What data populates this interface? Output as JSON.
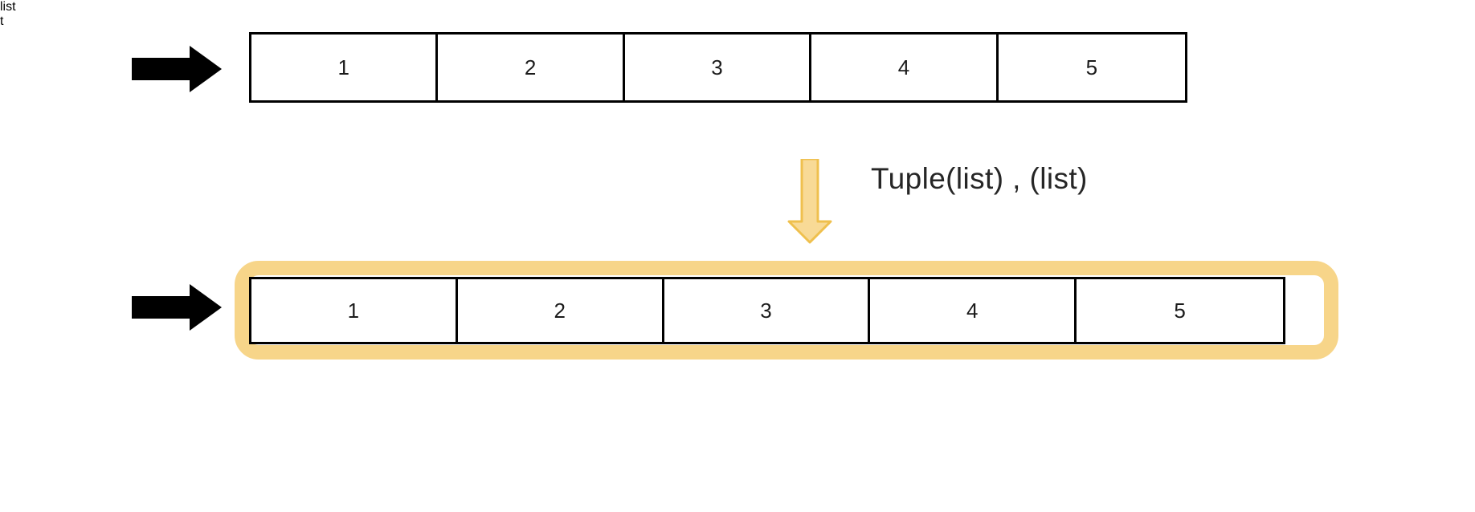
{
  "diagram": {
    "title_text": "",
    "colors": {
      "background": "#ffffff",
      "stroke": "#000000",
      "highlight": "#F7D589",
      "arrow_fill": "#F8DA96",
      "arrow_stroke": "#EFC04E",
      "text": "#1b1b1b"
    },
    "rows": [
      {
        "name": "list-row",
        "label": "list",
        "arrow_icon": "black-right-arrow-icon",
        "highlighted": false,
        "cells": [
          "1",
          "2",
          "3",
          "4",
          "5"
        ]
      },
      {
        "name": "tuple-row",
        "label": "t",
        "arrow_icon": "black-right-arrow-icon",
        "highlighted": true,
        "cells": [
          "1",
          "2",
          "3",
          "4",
          "5"
        ]
      }
    ],
    "conversion": {
      "arrow_icon": "orange-down-arrow-icon",
      "label": "Tuple(list) , (list)"
    }
  }
}
